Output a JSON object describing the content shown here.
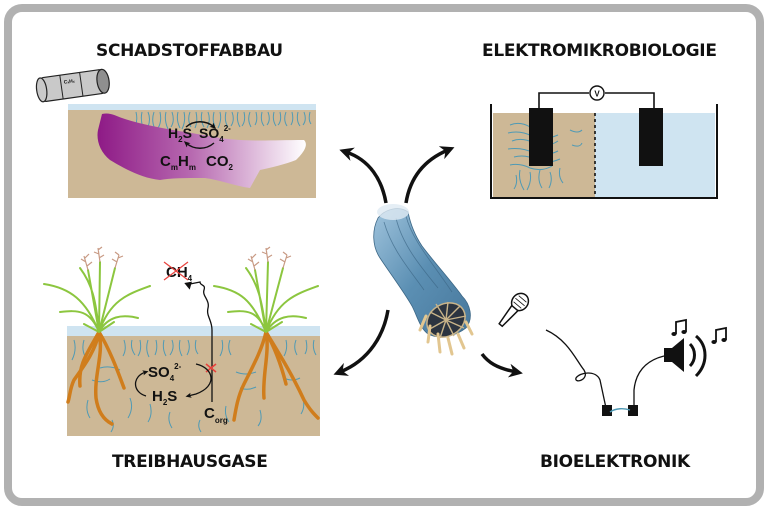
{
  "panels": {
    "pollutant": {
      "title": "SCHADSTOFFABBAU",
      "barrel_label": "CₓHₓ",
      "species": {
        "h2s": {
          "main": "H",
          "sub": "2",
          "tail": "S"
        },
        "so4": {
          "main": "SO",
          "sub": "4",
          "sup": "2-"
        },
        "cmhm": {
          "c": "C",
          "csub": "m",
          "h": "H",
          "hsub": "m"
        },
        "co2": {
          "main": "CO",
          "sub": "2"
        }
      }
    },
    "electromicro": {
      "title": "ELEKTROMIKROBIOLOGIE",
      "meter_label": "V"
    },
    "greenhouse": {
      "title": "TREIBHAUSGASE",
      "species": {
        "ch4": {
          "main": "CH",
          "sub": "4"
        },
        "so4": {
          "main": "SO",
          "sub": "4",
          "sup": "2-"
        },
        "h2s": {
          "main": "H",
          "sub": "2",
          "tail": "S"
        },
        "corg": {
          "main": "C",
          "sub": "org"
        }
      }
    },
    "bioelectronics": {
      "title": "BIOELEKTRONIK"
    }
  },
  "colors": {
    "frame": "#b1b1b1",
    "soil": "#cdb896",
    "water": "#cfe4f1",
    "microbe": "#4f9ab5",
    "pollutant_dark": "#8e1a86",
    "plant": "#8cc63f",
    "root": "#d07d1c",
    "block_x": "#e8413c",
    "cable_bacteria": "#5b8fb3"
  }
}
